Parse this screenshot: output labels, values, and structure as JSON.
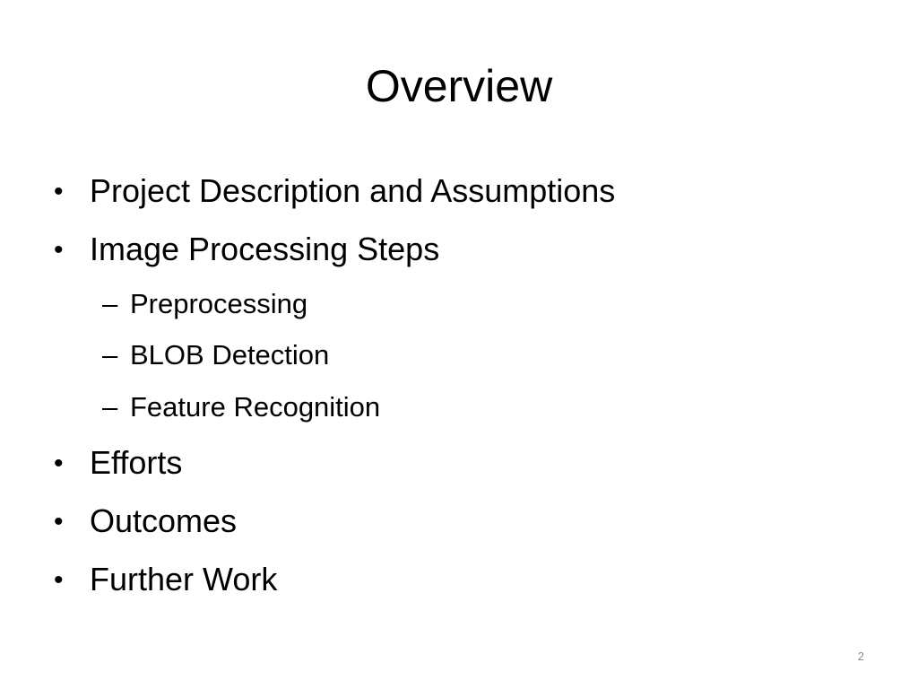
{
  "slide": {
    "title": "Overview",
    "bullet_marker": "•",
    "sub_marker": "–",
    "items": [
      {
        "level": 1,
        "text": "Project Description and Assumptions"
      },
      {
        "level": 1,
        "text": "Image Processing Steps"
      },
      {
        "level": 2,
        "text": "Preprocessing"
      },
      {
        "level": 2,
        "text": "BLOB Detection"
      },
      {
        "level": 2,
        "text": "Feature Recognition"
      },
      {
        "level": 1,
        "text": "Efforts"
      },
      {
        "level": 1,
        "text": "Outcomes"
      },
      {
        "level": 1,
        "text": "Further Work"
      }
    ],
    "page_number": "2"
  }
}
